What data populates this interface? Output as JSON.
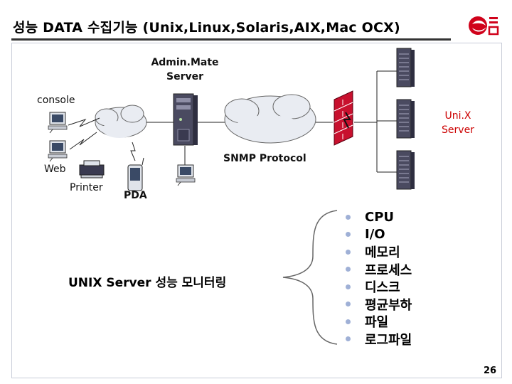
{
  "slide": {
    "title": "성능 DATA 수집기능 (Unix,Linux,Solaris,AIX,Mac OCX)",
    "page_number": "26"
  },
  "diagram": {
    "server_label": "Admin.Mate\nServer",
    "console_label": "console",
    "web_label": "Web",
    "printer_label": "Printer",
    "pda_label": "PDA",
    "protocol_label": "SNMP Protocol",
    "target_label": "Uni.X\nServer"
  },
  "monitoring": {
    "title": "UNIX Server 성능 모니터링",
    "items": [
      "CPU",
      "I/O",
      "메모리",
      "프로세스",
      "디스크",
      "평균부하",
      "파일",
      "로그파일"
    ]
  },
  "colors": {
    "title_rule": "#333333",
    "bullet": "#9fb0d6",
    "highlight_label": "#cc0000",
    "firewall": "#c8102e",
    "server_body": "#4a4a60",
    "cloud": "#e9ecf2"
  }
}
